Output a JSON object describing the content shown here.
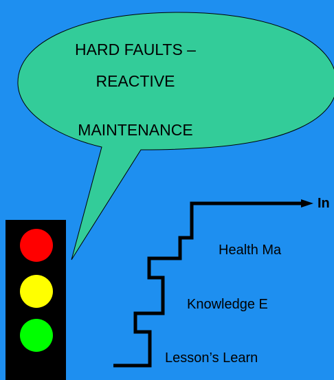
{
  "speech_bubble": {
    "line1": "HARD FAULTS –",
    "line2": "REACTIVE",
    "line3": "MAINTENANCE",
    "fill_color": "#33cc99"
  },
  "staircase": {
    "top_label": "In",
    "steps": [
      "Health Ma",
      "Knowledge E",
      "Lesson’s Learn"
    ]
  },
  "traffic_light": {
    "lights": [
      {
        "name": "red",
        "color": "#ff0000"
      },
      {
        "name": "yellow",
        "color": "#ffff00"
      },
      {
        "name": "green",
        "color": "#00ff00"
      }
    ]
  },
  "colors": {
    "background": "#1e8ff0"
  }
}
